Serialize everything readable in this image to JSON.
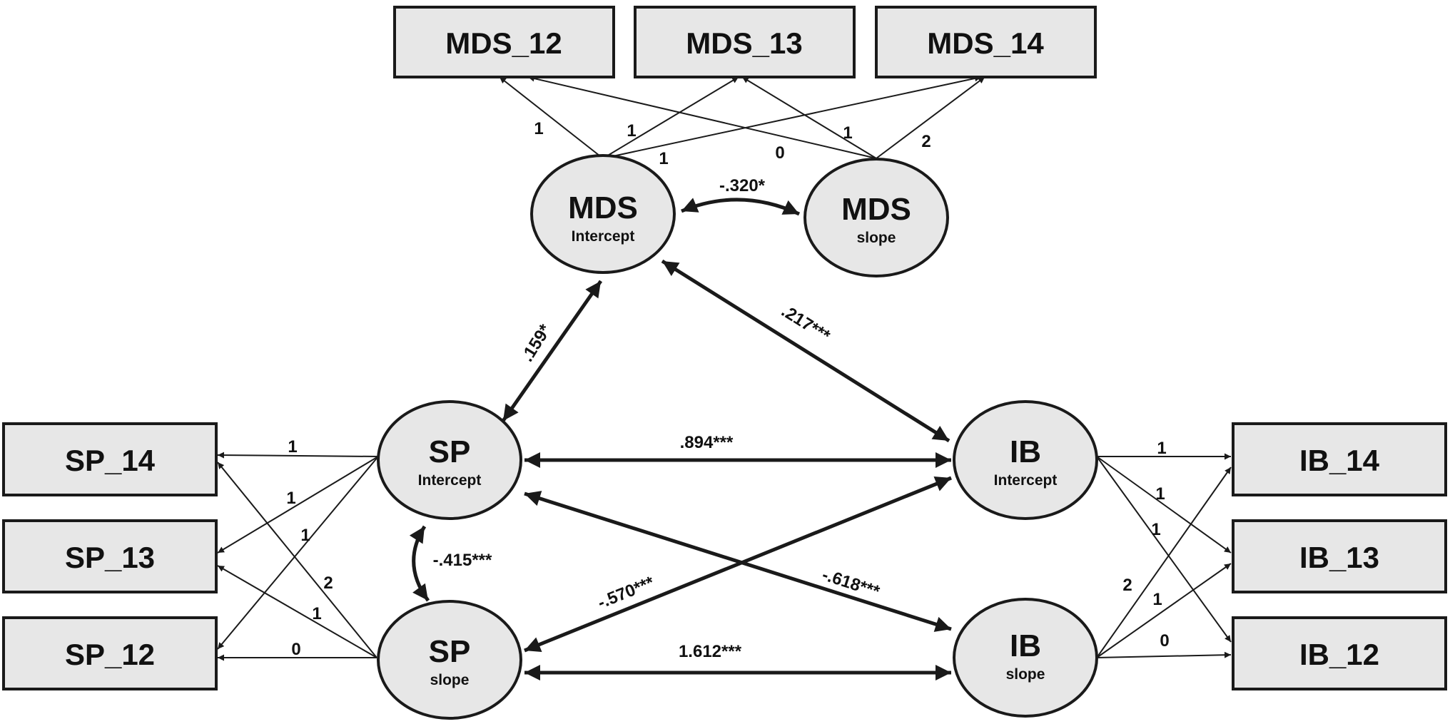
{
  "boxes": {
    "mds12": "MDS_12",
    "mds13": "MDS_13",
    "mds14": "MDS_14",
    "sp14": "SP_14",
    "sp13": "SP_13",
    "sp12": "SP_12",
    "ib14": "IB_14",
    "ib13": "IB_13",
    "ib12": "IB_12"
  },
  "latents": {
    "mds_intercept": {
      "main": "MDS",
      "sub": "Intercept"
    },
    "mds_slope": {
      "main": "MDS",
      "sub": "slope"
    },
    "sp_intercept": {
      "main": "SP",
      "sub": "Intercept"
    },
    "sp_slope": {
      "main": "SP",
      "sub": "slope"
    },
    "ib_intercept": {
      "main": "IB",
      "sub": "Intercept"
    },
    "ib_slope": {
      "main": "IB",
      "sub": "slope"
    }
  },
  "loadings": {
    "mds_int_12": "1",
    "mds_int_13": "1",
    "mds_int_14": "1",
    "mds_slope_12": "0",
    "mds_slope_13": "1",
    "mds_slope_14": "2",
    "sp_int_14": "1",
    "sp_int_13": "1",
    "sp_int_12": "1",
    "sp_slope_14": "2",
    "sp_slope_13": "1",
    "sp_slope_12": "0",
    "ib_int_14": "1",
    "ib_int_13": "1",
    "ib_int_12": "1",
    "ib_slope_14": "2",
    "ib_slope_13": "1",
    "ib_slope_12": "0"
  },
  "correlations": {
    "mds_int_mds_slope": "-.320*",
    "mds_int_sp_int": ".159*",
    "mds_int_ib_int": ".217***",
    "sp_int_ib_int": ".894***",
    "sp_int_sp_slope": "-.415***",
    "sp_slope_ib_int": "-.570***",
    "sp_int_ib_slope": "-.618***",
    "sp_slope_ib_slope": "1.612***"
  }
}
